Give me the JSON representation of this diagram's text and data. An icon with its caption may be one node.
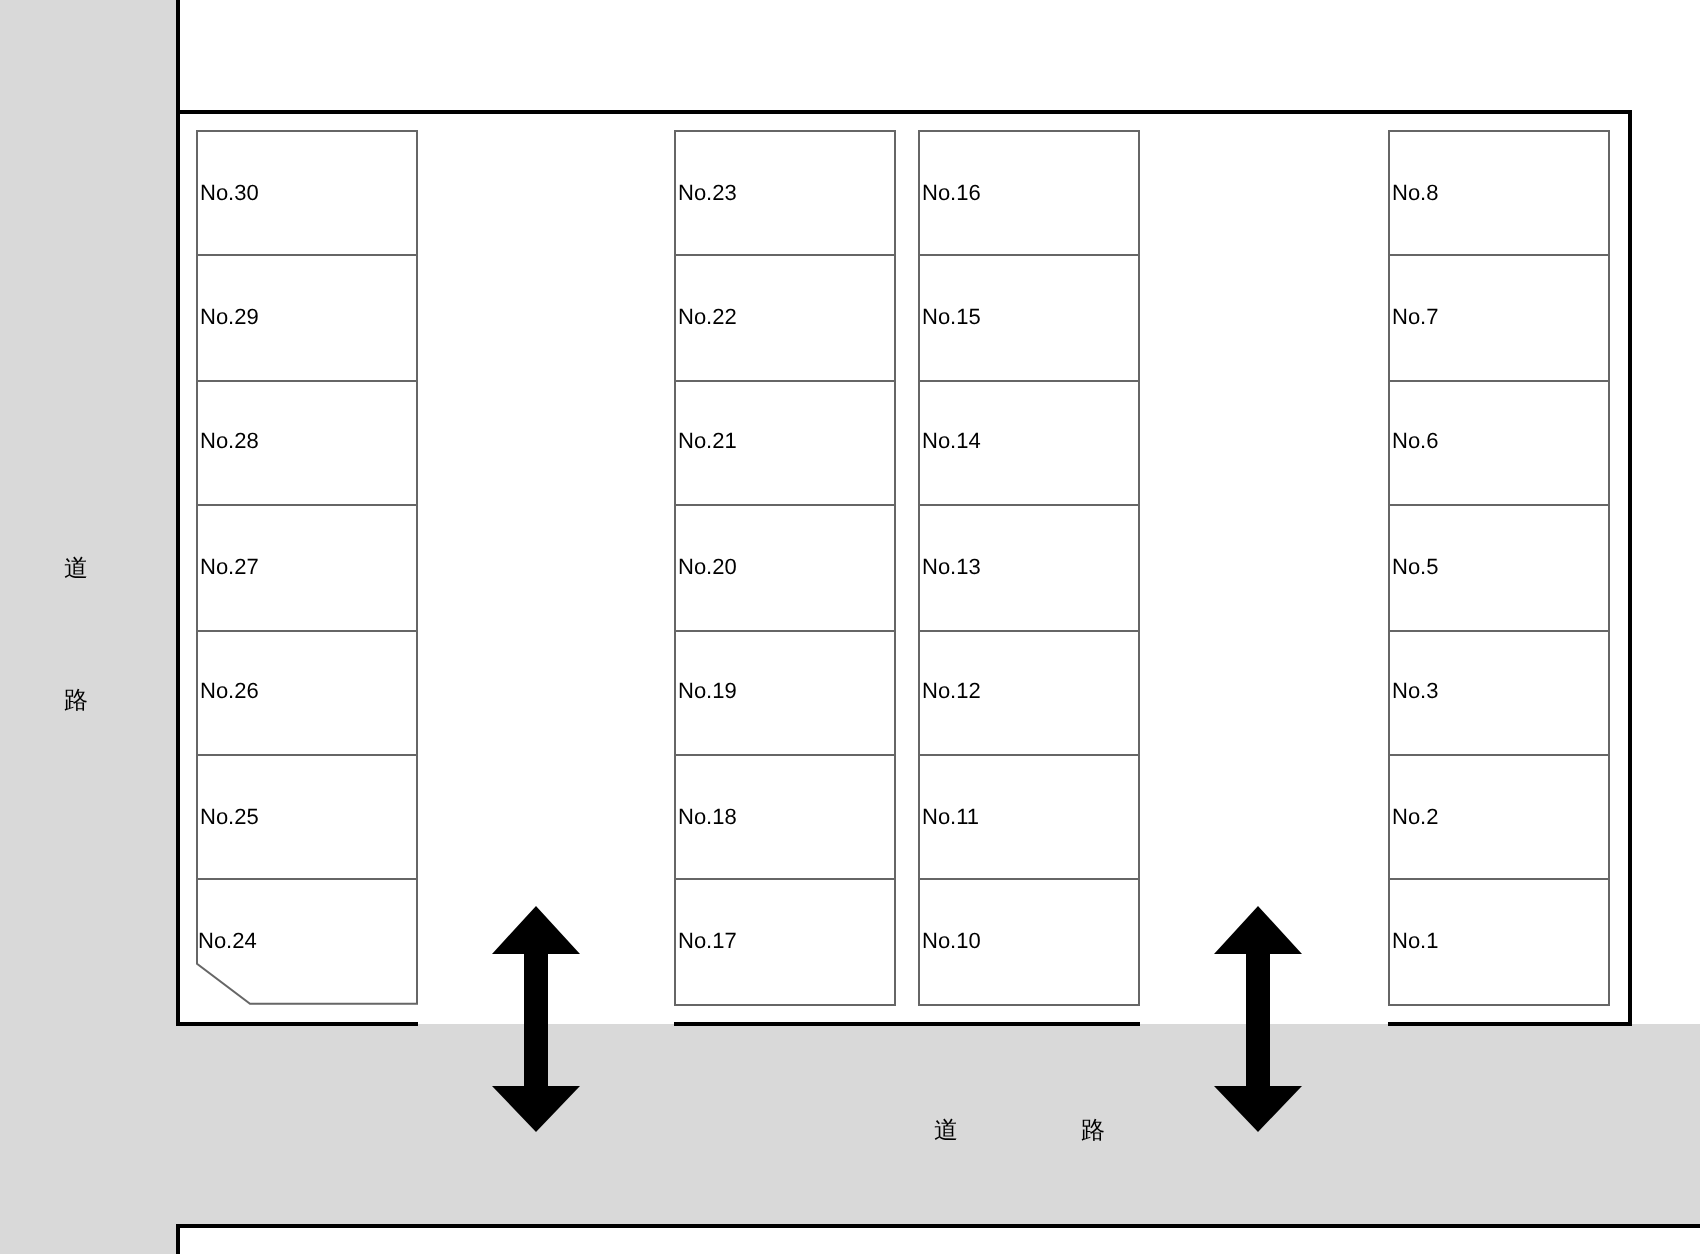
{
  "diagram": {
    "nodes": [
      {
        "text": [
          "No.30"
        ]
      },
      {
        "text": [
          "No.23"
        ]
      },
      {
        "text": [
          "No.16"
        ]
      },
      {
        "text": [
          "No.8"
        ]
      },
      {
        "text": [
          "No.29"
        ]
      },
      {
        "text": [
          "No.22"
        ]
      },
      {
        "text": [
          "No.15"
        ]
      },
      {
        "text": [
          "No.7"
        ]
      },
      {
        "text": [
          "No.28"
        ]
      },
      {
        "text": [
          "No.21"
        ]
      },
      {
        "text": [
          "No.14"
        ]
      },
      {
        "text": [
          "No.6"
        ]
      },
      {
        "text": [
          "No.27"
        ]
      },
      {
        "text": [
          "No.20"
        ]
      },
      {
        "text": [
          "No.13"
        ]
      },
      {
        "text": [
          "No.5"
        ]
      },
      {
        "text": [
          "No.26"
        ]
      },
      {
        "text": [
          "No.19"
        ]
      },
      {
        "text": [
          "No.12"
        ]
      },
      {
        "text": [
          "No.3"
        ]
      },
      {
        "text": [
          "No.25"
        ]
      },
      {
        "text": [
          "No.18"
        ]
      },
      {
        "text": [
          "No.11"
        ]
      },
      {
        "text": [
          "No.2"
        ]
      },
      {
        "text": [
          "No.24"
        ]
      },
      {
        "text": [
          "No.17"
        ]
      },
      {
        "text": [
          "No.10"
        ]
      },
      {
        "text": [
          "No.1"
        ]
      }
    ],
    "labels": [
      "道路",
      "道 路"
    ]
  }
}
